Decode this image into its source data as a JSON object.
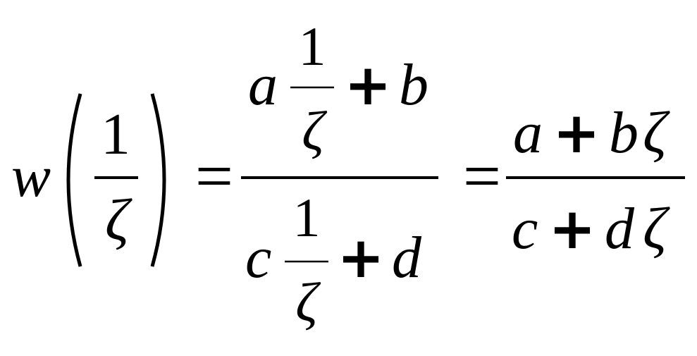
{
  "equation": {
    "lhs": {
      "func": "w",
      "arg_num": "1",
      "arg_den": "ζ"
    },
    "middle": {
      "num": {
        "coef": "a",
        "frac_num": "1",
        "frac_den": "ζ",
        "op": "+",
        "term": "b"
      },
      "den": {
        "coef": "c",
        "frac_num": "1",
        "frac_den": "ζ",
        "op": "+",
        "term": "d"
      }
    },
    "rhs": {
      "num": {
        "a": "a",
        "op": "+",
        "b": "b",
        "var": "ζ"
      },
      "den": {
        "c": "c",
        "op": "+",
        "d": "d",
        "var": "ζ"
      }
    },
    "equals": "="
  }
}
